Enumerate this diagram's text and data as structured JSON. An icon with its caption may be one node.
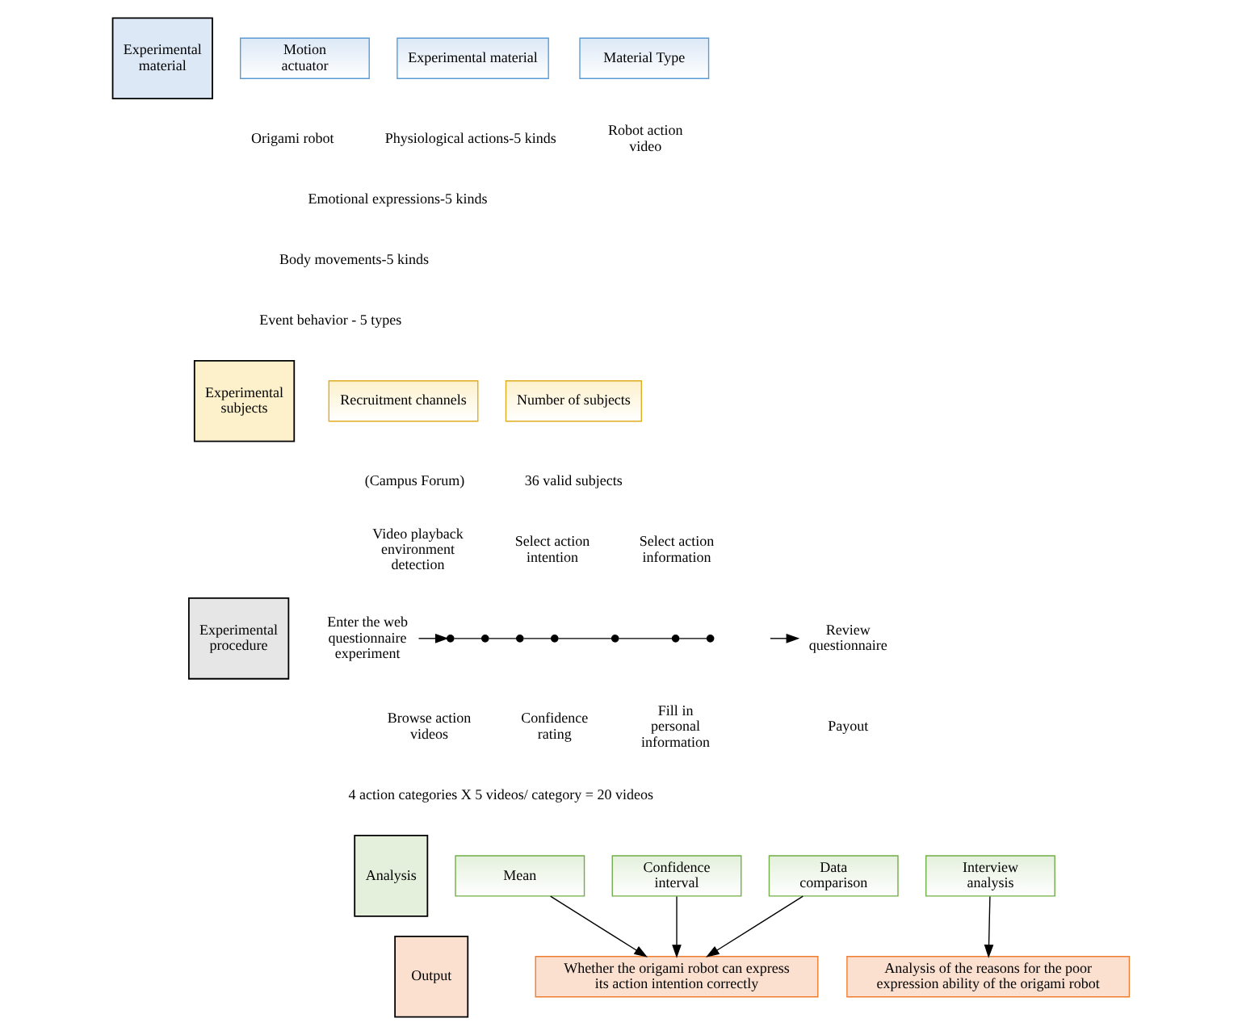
{
  "diagram": {
    "nodes": [
      {
        "text": [
          "Experimental material"
        ]
      },
      {
        "text": [
          "Motion actuator"
        ]
      },
      {
        "text": [
          "Experimental material"
        ]
      },
      {
        "text": [
          "Material Type"
        ]
      },
      {
        "text": [
          "Experimental subjects"
        ]
      },
      {
        "text": [
          "Recruitment channels"
        ]
      },
      {
        "text": [
          "Number of subjects"
        ]
      },
      {
        "text": [
          "Experimental procedure"
        ]
      },
      {
        "text": [
          "Enter the web questionnaire experiment"
        ]
      },
      {
        "text": [],
        "shape": "circle"
      },
      {
        "text": [],
        "shape": "circle"
      },
      {
        "text": [],
        "shape": "circle"
      },
      {
        "text": [],
        "shape": "circle"
      },
      {
        "text": [],
        "shape": "circle"
      },
      {
        "text": [],
        "shape": "circle"
      },
      {
        "text": [],
        "shape": "circle"
      },
      {
        "text": [
          "Review questionnaire"
        ]
      },
      {
        "text": [
          "Analysis"
        ]
      },
      {
        "text": [
          "Mean"
        ]
      },
      {
        "text": [
          "Confidence interval"
        ]
      },
      {
        "text": [
          "Data comparison"
        ]
      },
      {
        "text": [
          "Interview analysis"
        ]
      },
      {
        "text": [
          "Output"
        ]
      },
      {
        "text": [
          "Whether the origami robot can express its action intention correctly"
        ]
      },
      {
        "text": [
          "Analysis of the reasons for the poor expression ability of the origami robot"
        ]
      }
    ],
    "edges": [
      {
        "from": 8,
        "to": 9,
        "arrow": "to"
      },
      {
        "from": 9,
        "to": 10,
        "arrow": "none"
      },
      {
        "from": 10,
        "to": 11,
        "arrow": "none"
      },
      {
        "from": 11,
        "to": 12,
        "arrow": "none"
      },
      {
        "from": 12,
        "to": 13,
        "arrow": "none"
      },
      {
        "from": 13,
        "to": 14,
        "arrow": "none"
      },
      {
        "from": 14,
        "to": 15,
        "arrow": "none"
      },
      {
        "from": null,
        "to": 16,
        "arrow": "to"
      },
      {
        "from": 18,
        "to": 23,
        "arrow": "to"
      },
      {
        "from": 19,
        "to": 23,
        "arrow": "to"
      },
      {
        "from": 20,
        "to": 23,
        "arrow": "to"
      },
      {
        "from": 21,
        "to": 24,
        "arrow": "to"
      }
    ],
    "labels": [
      "Origami robot",
      "Physiological actions-5 kinds",
      "Emotional expressions-5 kinds",
      "Body movements-5 kinds",
      "Event behavior - 5 types",
      "Robot action video",
      "(Campus Forum)",
      "36 valid subjects",
      "Video playback environment detection",
      "Select action intention",
      "Select action information",
      "Browse action videos",
      "Confidence rating",
      "Fill in personal information",
      "Payout",
      "4 action categories X 5 videos/ category = 20 videos"
    ]
  }
}
